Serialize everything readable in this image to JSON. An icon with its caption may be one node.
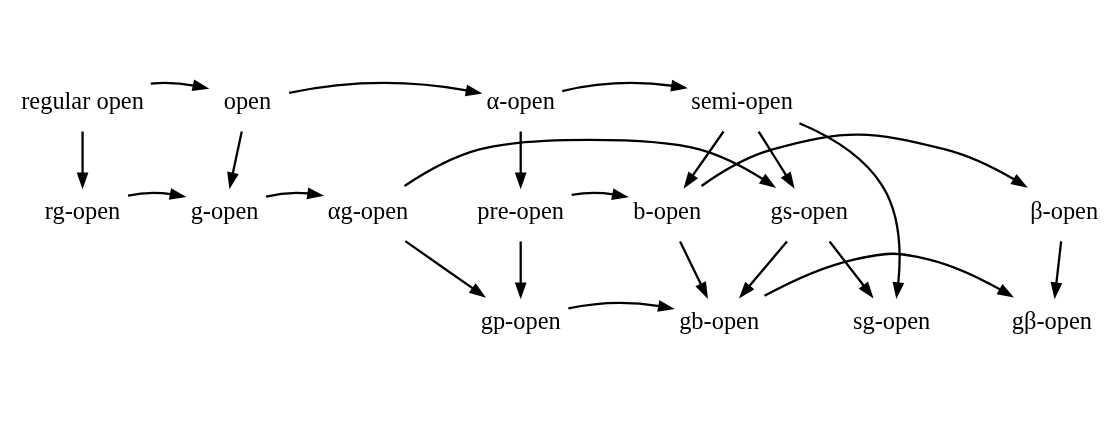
{
  "diagram": {
    "nodes": [
      {
        "text": [
          "regular open"
        ]
      },
      {
        "text": [
          "open"
        ]
      },
      {
        "text": [
          "α-open"
        ]
      },
      {
        "text": [
          "semi-open"
        ]
      },
      {
        "text": [
          "pre-open"
        ]
      },
      {
        "text": [
          "b-open"
        ]
      },
      {
        "text": [
          "β-open"
        ]
      },
      {
        "text": [
          "gp-open"
        ]
      },
      {
        "text": [
          "gb-open"
        ]
      },
      {
        "text": [
          "gβ-open"
        ]
      },
      {
        "text": [
          "sg-open"
        ]
      },
      {
        "text": [
          "rg-open"
        ]
      },
      {
        "text": [
          "g-open"
        ]
      },
      {
        "text": [
          "αg-open"
        ]
      },
      {
        "text": [
          "gs-open"
        ]
      }
    ],
    "edges": [
      {
        "from": 0,
        "to": 1,
        "arrow": "to"
      },
      {
        "from": 1,
        "to": 2,
        "arrow": "to"
      },
      {
        "from": 2,
        "to": 3,
        "arrow": "to"
      },
      {
        "from": 2,
        "to": 4,
        "arrow": "to"
      },
      {
        "from": 3,
        "to": 5,
        "arrow": "to"
      },
      {
        "from": 4,
        "to": 5,
        "arrow": "to"
      },
      {
        "from": 5,
        "to": 6,
        "arrow": "to"
      },
      {
        "from": 4,
        "to": 7,
        "arrow": "to"
      },
      {
        "from": 5,
        "to": 8,
        "arrow": "to"
      },
      {
        "from": 6,
        "to": 9,
        "arrow": "to"
      },
      {
        "from": 7,
        "to": 8,
        "arrow": "to"
      },
      {
        "from": 8,
        "to": 9,
        "arrow": "to"
      },
      {
        "from": 3,
        "to": 14,
        "arrow": "to"
      },
      {
        "from": 3,
        "to": 10,
        "arrow": "to"
      },
      {
        "from": 14,
        "to": 10,
        "arrow": "to"
      },
      {
        "from": 14,
        "to": 8,
        "arrow": "to"
      },
      {
        "from": 13,
        "to": 7,
        "arrow": "to"
      },
      {
        "from": 0,
        "to": 11,
        "arrow": "to"
      },
      {
        "from": 1,
        "to": 12,
        "arrow": "to"
      },
      {
        "from": 11,
        "to": 12,
        "arrow": "to"
      },
      {
        "from": 12,
        "to": 13,
        "arrow": "to"
      },
      {
        "from": 13,
        "to": 14,
        "arrow": "to"
      }
    ]
  }
}
